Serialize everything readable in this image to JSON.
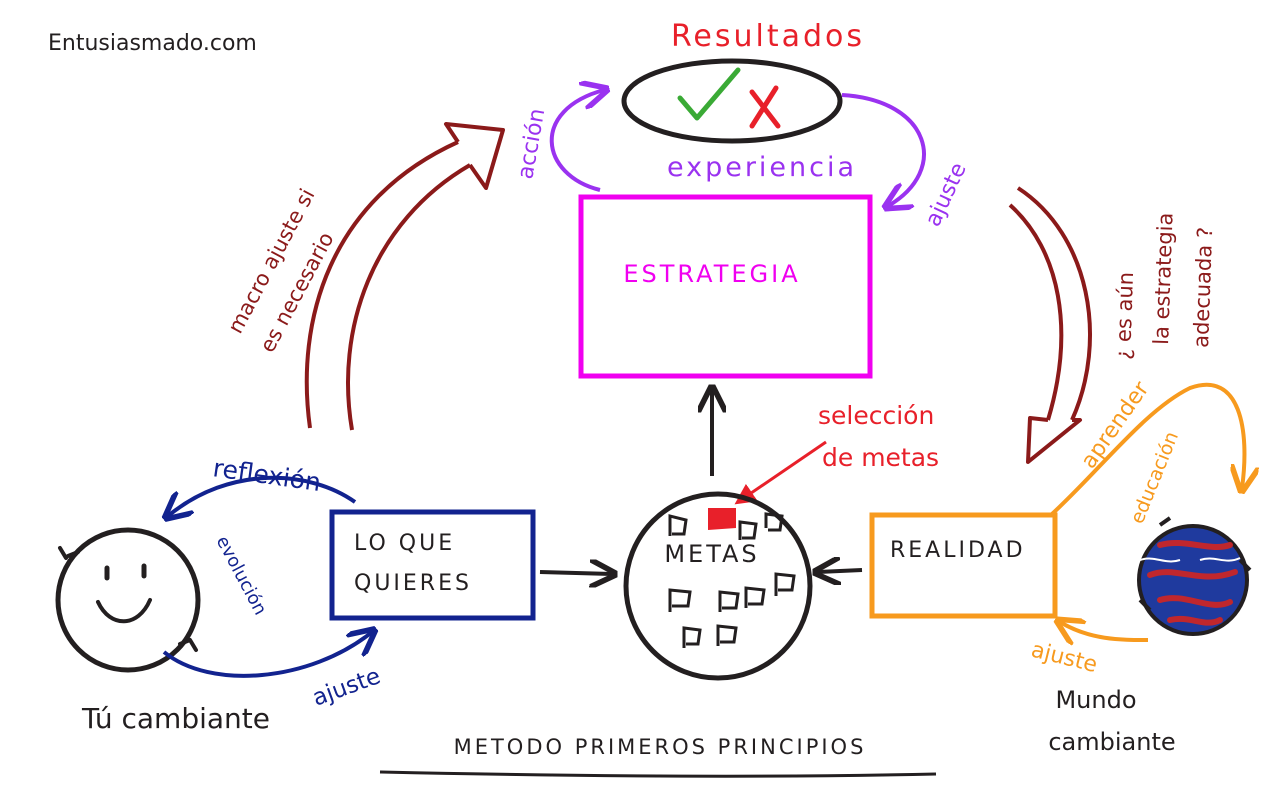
{
  "site": "Entusiasmado.com",
  "results": {
    "title": "Resultados",
    "check_icon": "check-icon",
    "cross_icon": "cross-icon"
  },
  "cycle": {
    "action": "acción",
    "experience": "experiencia",
    "adjust": "ajuste"
  },
  "strategy": "ESTRATEGIA",
  "macro_adjust": {
    "line1": "macro ajuste si",
    "line2": "es necesario"
  },
  "question": {
    "line1": "¿ es aún",
    "line2": "la estrategia",
    "line3": "adecuada ?"
  },
  "goal_selection": {
    "line1": "selección",
    "line2": "de metas"
  },
  "learn": "aprender",
  "education": "educación",
  "reflection": "reflexión",
  "evolution": "evolución",
  "adjust_left": "ajuste",
  "adjust_right": "ajuste",
  "what_you_want": {
    "line1": "LO QUE",
    "line2": "QUIERES"
  },
  "goals": "METAS",
  "reality": "REALIDAD",
  "you_changing": "Tú cambiante",
  "world_changing": {
    "line1": "Mundo",
    "line2": "cambiante"
  },
  "method": "METODO PRIMEROS PRINCIPIOS",
  "colors": {
    "red": "#e8202a",
    "purple": "#9a32f0",
    "magenta": "#f000f0",
    "darkred": "#8b1a1a",
    "navy": "#12238f",
    "orange": "#f79a1e",
    "black": "#231f20",
    "green": "#3aaa35"
  }
}
